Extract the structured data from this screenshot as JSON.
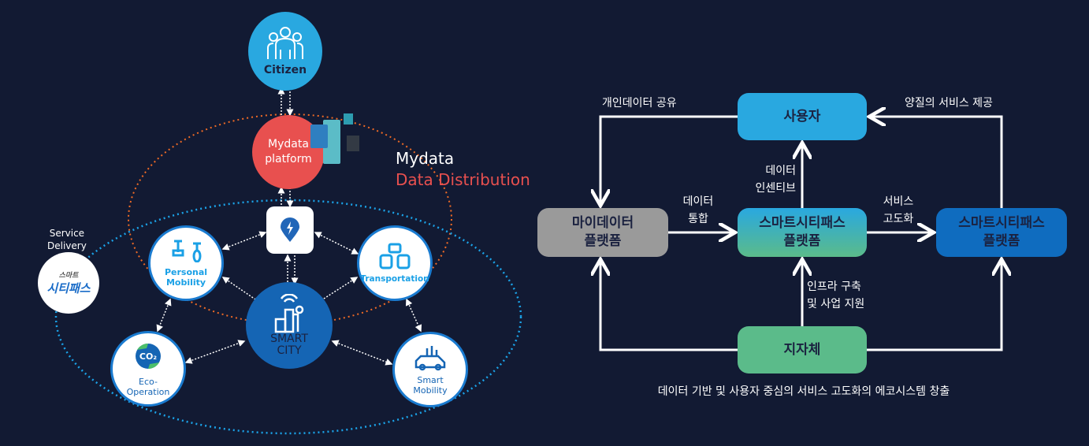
{
  "left": {
    "citizen": "Citizen",
    "mydata_platform": [
      "Mydata",
      "platform"
    ],
    "mydata_title": "Mydata",
    "data_distribution": "Data Distribution",
    "service_delivery": [
      "Service",
      "Delivery"
    ],
    "logo_text": [
      "스마트",
      "시티패스"
    ],
    "personal_mobility": [
      "Personal",
      "Mobility"
    ],
    "transportation": "Transportation",
    "smart_city": [
      "SMART",
      "CITY"
    ],
    "eco_operation": [
      "Eco-",
      "Operation"
    ],
    "smart_mobility": [
      "Smart",
      "Mobility"
    ]
  },
  "right": {
    "user": "사용자",
    "mydata_platform": [
      "마이데이터",
      "플랫폼"
    ],
    "citypass_platform_mid": [
      "스마트시티패스",
      "플랫폼"
    ],
    "citypass_platform_right": [
      "스마트시티패스",
      "플랫폼"
    ],
    "local_gov": "지자체",
    "label_share": "개인데이터 공유",
    "label_quality": "양질의 서비스 제공",
    "label_incentive": [
      "데이터",
      "인센티브"
    ],
    "label_integrate": [
      "데이터",
      "통합"
    ],
    "label_advance": [
      "서비스",
      "고도화"
    ],
    "label_infra": [
      "인프라 구축",
      "및 사업 지원"
    ],
    "caption": "데이터 기반 및 사용자 중심의 서비스 고도화의 에코시스템 창출"
  },
  "colors": {
    "background": "#121a33",
    "citizen": "#29a8e0",
    "mydata": "#e8504f",
    "smart_city": "#1565b4",
    "orange_ring": "#f06a25",
    "blue_ring": "#1ba3e8",
    "user_box": "#29a8e0",
    "mydata_box": "#9a9a9a",
    "citypass_right": "#0f6cbf",
    "local_gov_box": "#5bbb8a"
  }
}
